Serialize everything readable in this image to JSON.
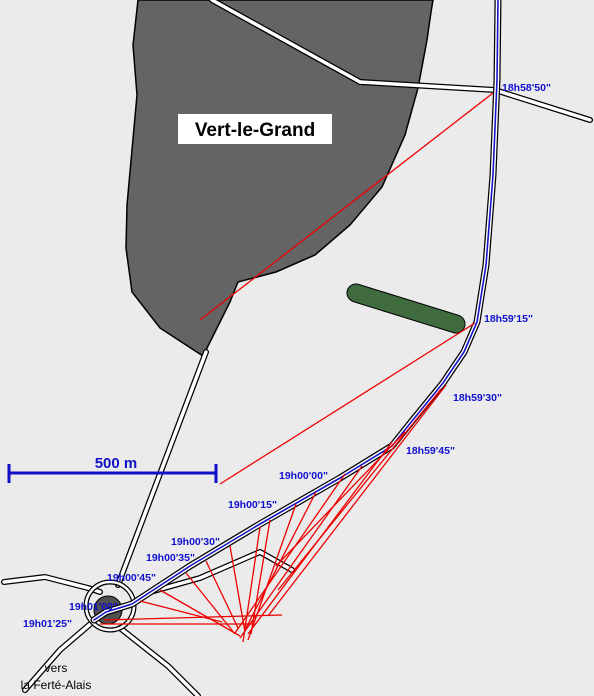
{
  "map": {
    "town_label": "Vert-le-Grand",
    "scale_label": "500 m",
    "destination_lines": [
      "vers",
      "la Ferté-Alais"
    ],
    "colors": {
      "background": "#ebebeb",
      "town_area": "#646464",
      "road_fill": "#ffffff",
      "track_line": "#1414c8",
      "sight_line": "#ee0000",
      "object": "#3f6b3f",
      "timestamp_text": "#1010d0"
    },
    "timestamps": [
      "18h58'50\"",
      "18h59'15\"",
      "18h59'30\"",
      "18h59'45\"",
      "19h00'00\"",
      "19h00'15\"",
      "19h00'30\"",
      "19h00'35\"",
      "19h00'45\"",
      "19h01'00\"",
      "19h01'25\""
    ]
  }
}
